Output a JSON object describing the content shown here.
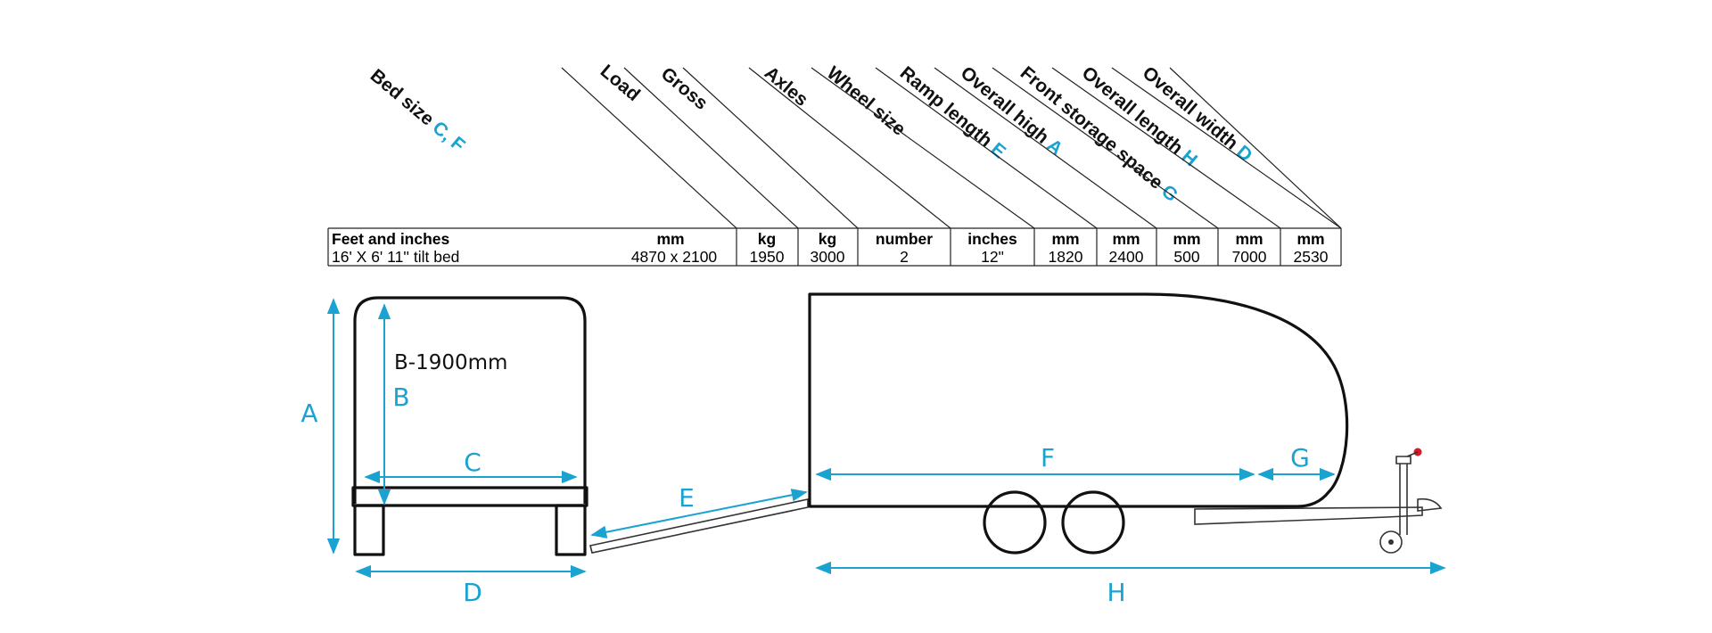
{
  "table": {
    "headers": [
      {
        "label": "Bed size ",
        "code": "C, F"
      },
      {
        "label": "Load",
        "code": ""
      },
      {
        "label": "Gross",
        "code": ""
      },
      {
        "label": "Axles",
        "code": ""
      },
      {
        "label": "Wheel size",
        "code": ""
      },
      {
        "label": "Ramp length ",
        "code": "E"
      },
      {
        "label": "Overall high ",
        "code": "A"
      },
      {
        "label": "Front storage space ",
        "code": "G"
      },
      {
        "label": "Overall length ",
        "code": "H"
      },
      {
        "label": "Overall width ",
        "code": "D"
      }
    ],
    "units": [
      "Feet and inches",
      "mm",
      "kg",
      "kg",
      "number",
      "inches",
      "mm",
      "mm",
      "mm",
      "mm",
      "mm"
    ],
    "values": [
      "16' X 6' 11''   tilt  bed",
      "4870 x 2100",
      "1950",
      "3000",
      "2",
      "12\"",
      "1820",
      "2400",
      "500",
      "7000",
      "2530"
    ]
  },
  "labels": {
    "A": "A",
    "B": "B",
    "C": "C",
    "D": "D",
    "E": "E",
    "F": "F",
    "G": "G",
    "H": "H",
    "b_note": "B-1900mm"
  },
  "colors": {
    "accent": "#1aa3d1",
    "outline": "#111111"
  }
}
